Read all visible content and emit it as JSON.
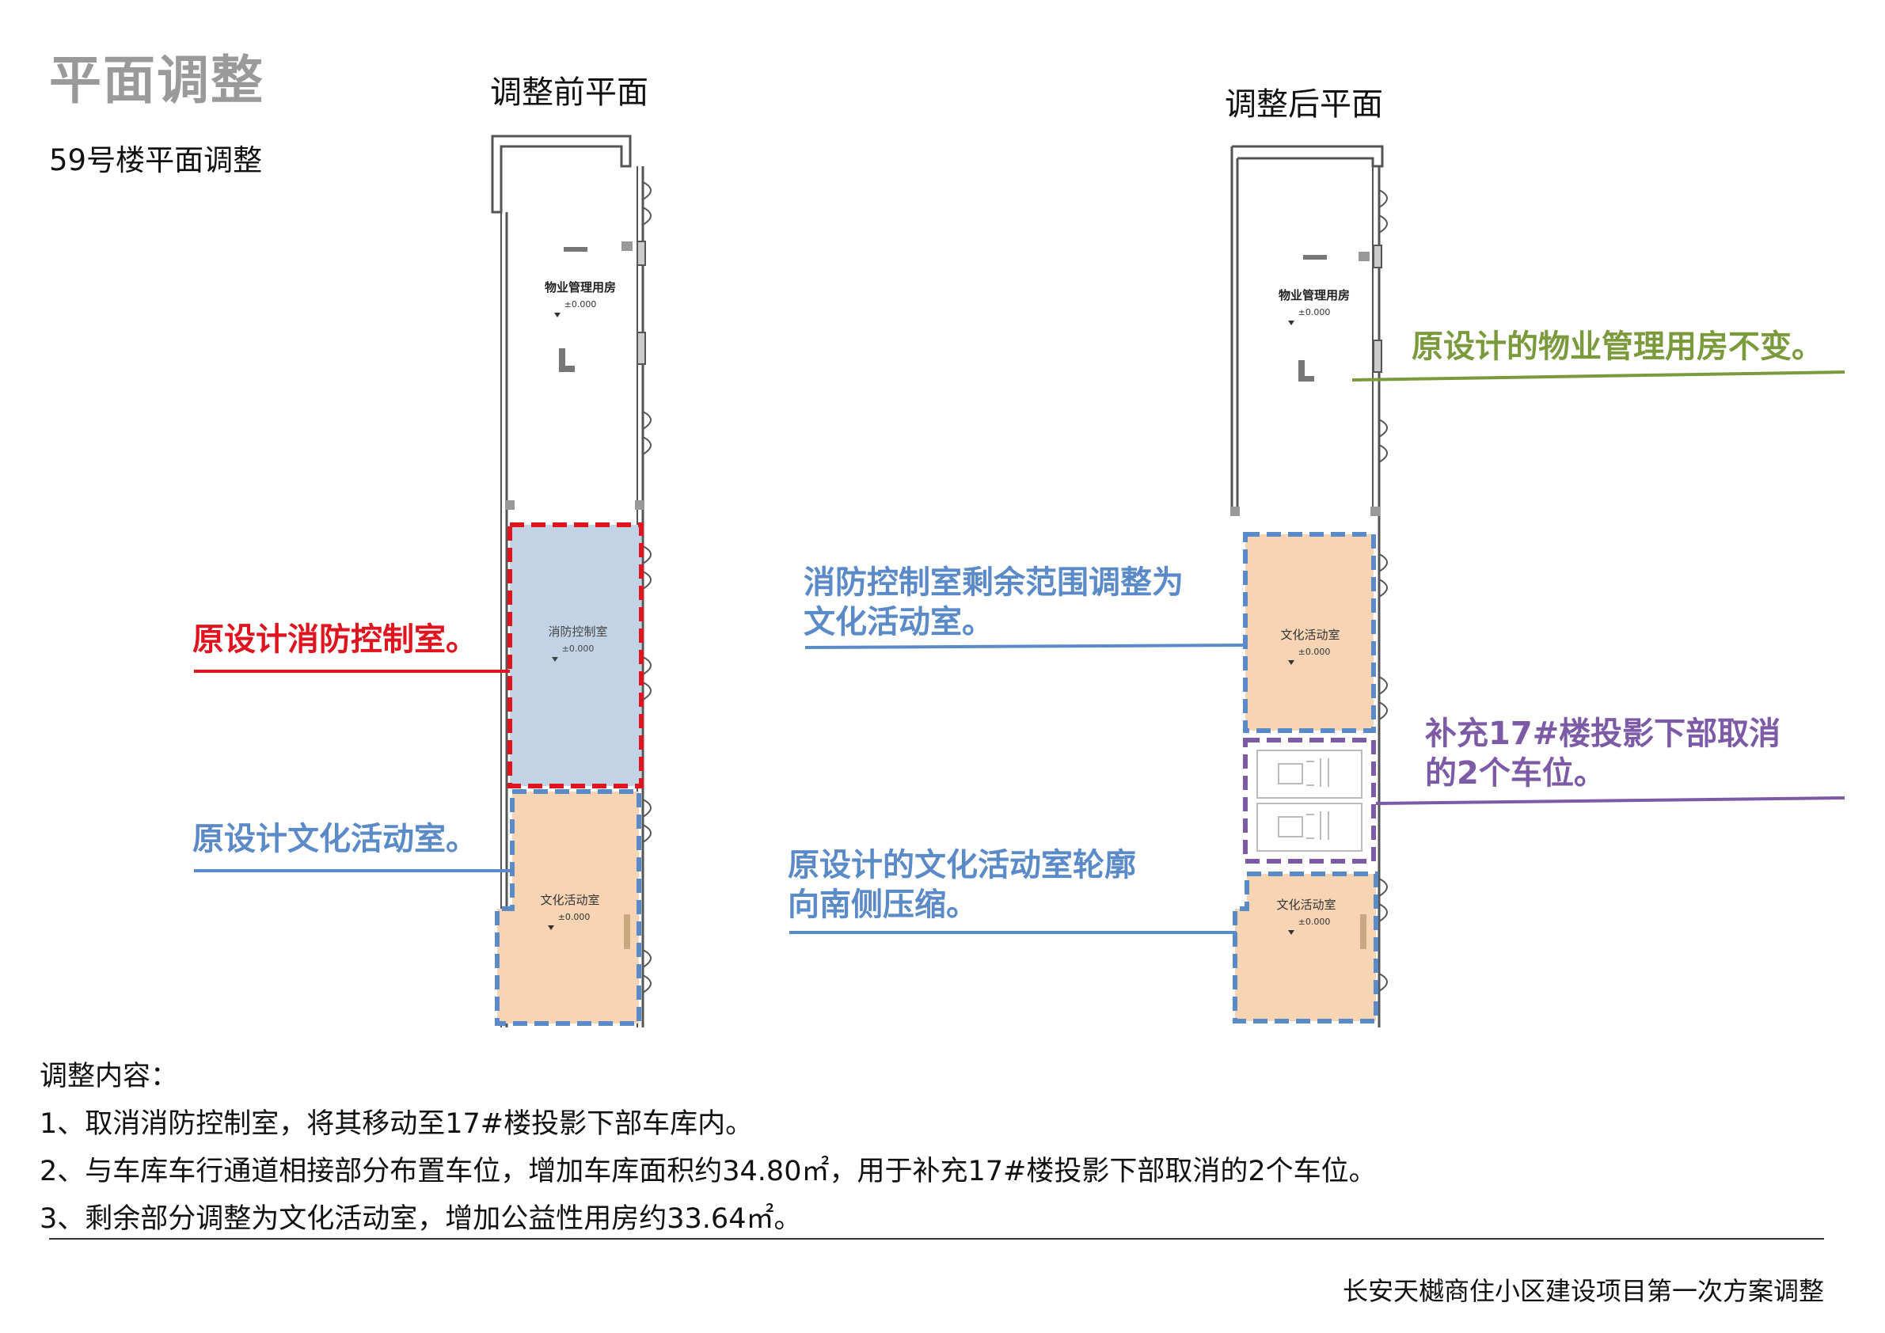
{
  "header": {
    "title": "平面调整",
    "subtitle": "59号楼平面调整"
  },
  "plans": {
    "before_caption": "调整前平面",
    "after_caption": "调整后平面",
    "before_rooms": {
      "property": "物业管理用房",
      "fire": "消防控制室",
      "culture": "文化活动室"
    },
    "after_rooms": {
      "property": "物业管理用房",
      "culture_upper": "文化活动室",
      "culture_lower": "文化活动室"
    },
    "elevation": "±0.000"
  },
  "callouts": {
    "red": "原设计消防控制室。",
    "blue_culture": "原设计文化活动室。",
    "green": "原设计的物业管理用房不变。",
    "blue_remaining": [
      "消防控制室剩余范围调整为",
      "文化活动室。"
    ],
    "purple": [
      "补充17#楼投影下部取消",
      "的2个车位。"
    ],
    "blue_outline": [
      "原设计的文化活动室轮廓",
      "向南侧压缩。"
    ]
  },
  "notes": {
    "heading": "调整内容：",
    "items": [
      "1、取消消防控制室，将其移动至17#楼投影下部车库内。",
      "2、与车库车行通道相接部分布置车位，增加车库面积约34.80㎡，用于补充17#楼投影下部取消的2个车位。",
      "3、剩余部分调整为文化活动室，增加公益性用房约33.64㎡。"
    ]
  },
  "footer": "长安天樾商住小区建设项目第一次方案调整",
  "colors": {
    "red": "#e0141e",
    "blue": "#5b8ac8",
    "green": "#7b9a3c",
    "purple": "#7c5aa6",
    "fire_fill": "#c3d3e6",
    "culture_fill": "#f7d4b4",
    "title_gray": "#9a9a9a"
  }
}
